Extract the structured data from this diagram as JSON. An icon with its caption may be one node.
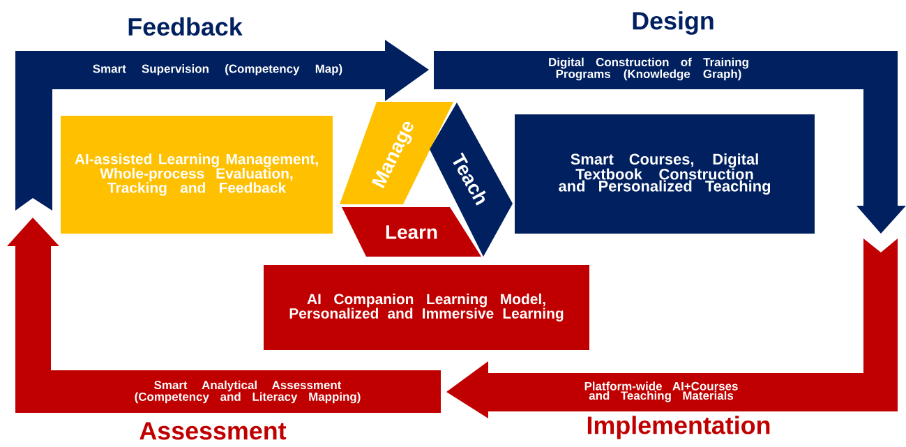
{
  "diagram": {
    "nodes": [
      {
        "text": [
          "Feedback",
          "Smart Supervision (Competency Map)"
        ]
      },
      {
        "text": [
          "Design",
          "Digital Construction of Training Programs (Knowledge Graph)"
        ]
      },
      {
        "text": [
          "Platform-wide AI+Courses and Teaching Materials",
          "Implementation"
        ]
      },
      {
        "text": [
          "Smart Analytical Assessment (Competency and Literacy Mapping)",
          "Assessment"
        ]
      },
      {
        "text": [
          "AI-assisted Learning Management, Whole-process Evaluation, Tracking and Feedback"
        ]
      },
      {
        "text": [
          "Manage"
        ]
      },
      {
        "text": [
          "Teach"
        ]
      },
      {
        "text": [
          "Learn"
        ]
      },
      {
        "text": [
          "Smart Courses, Digital Textbook Construction and Personalized Teaching"
        ]
      },
      {
        "text": [
          "AI Companion Learning Model, Personalized and Immersive Learning"
        ]
      }
    ]
  }
}
